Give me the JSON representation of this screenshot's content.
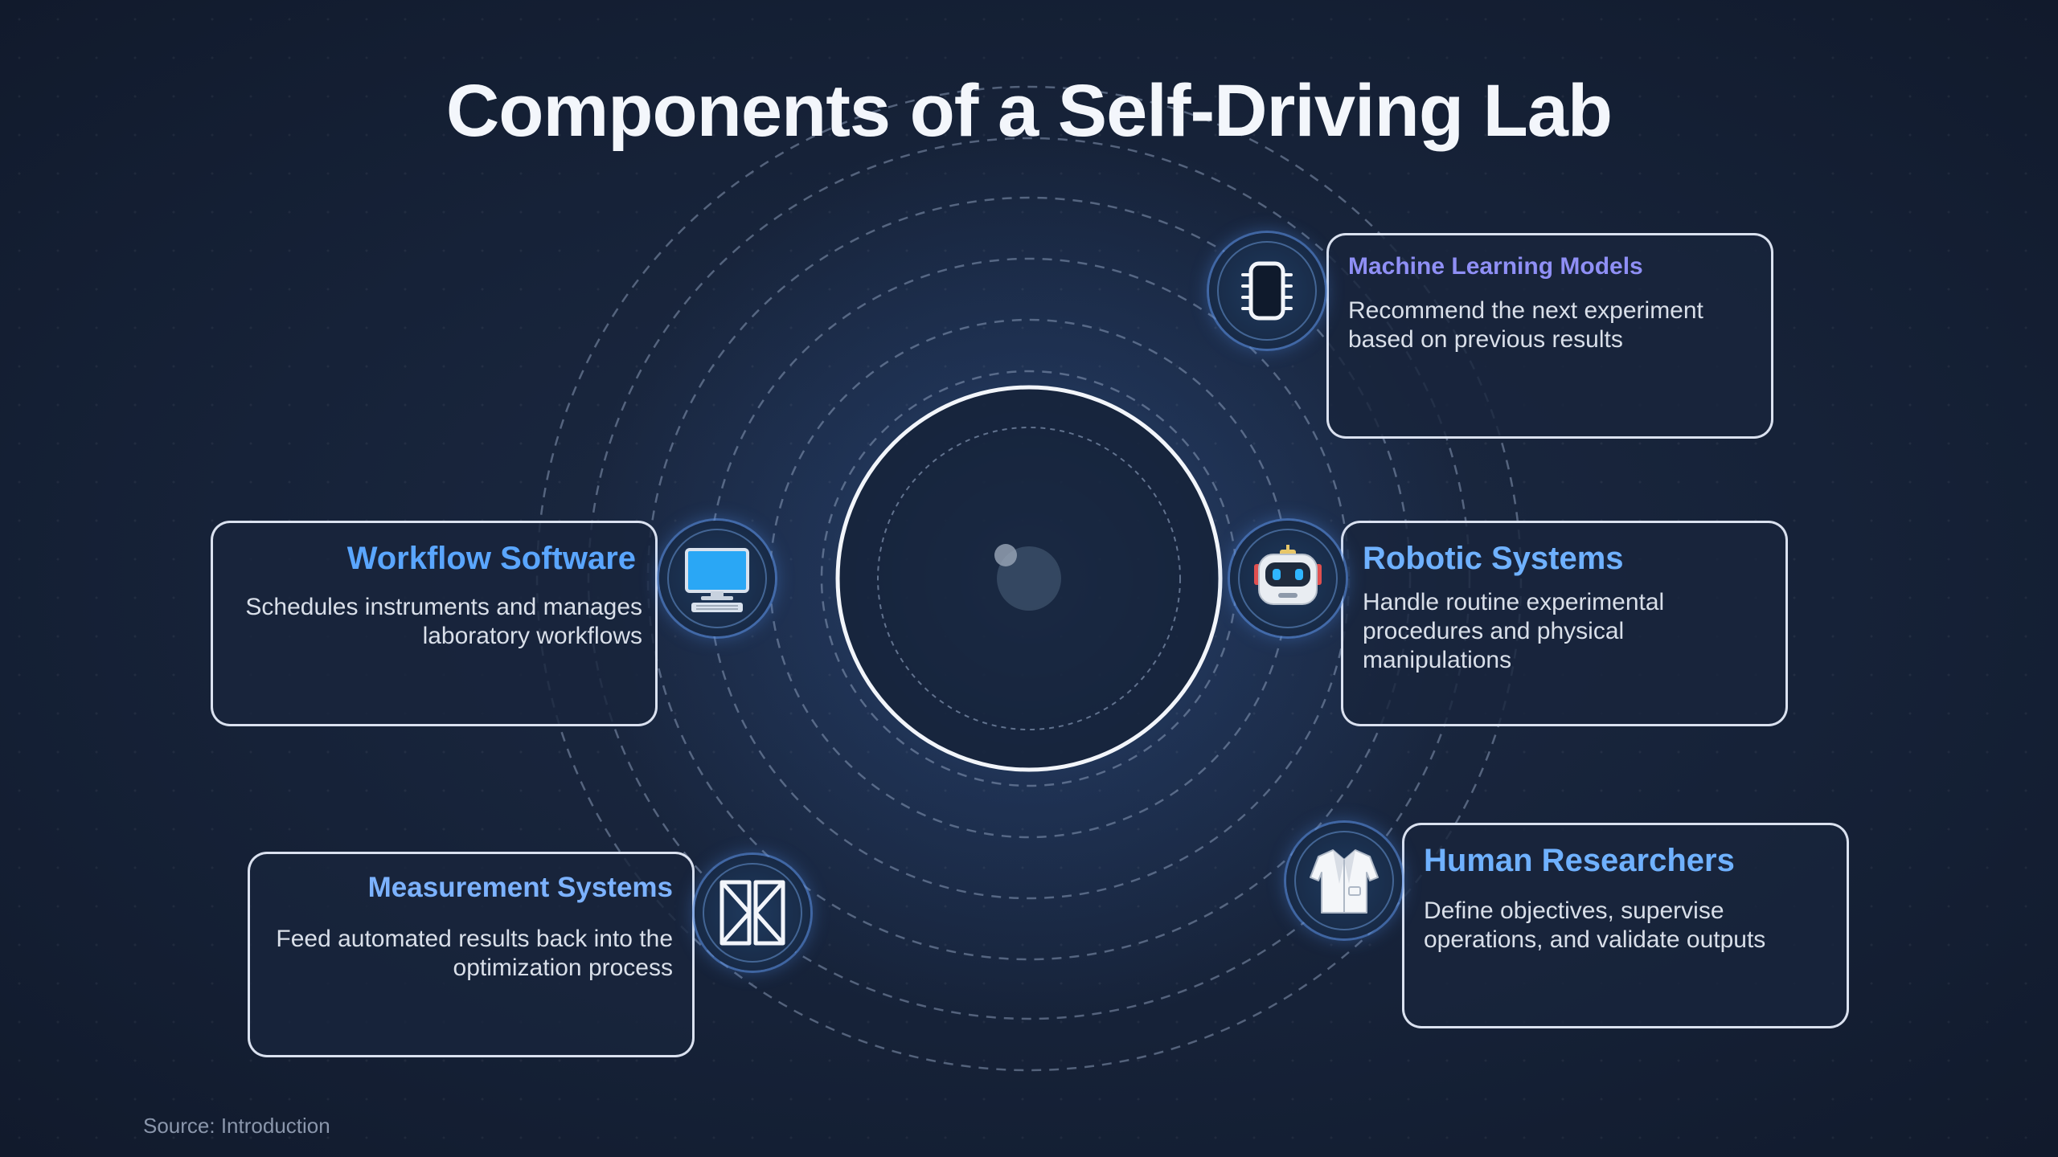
{
  "title": "Components of a Self-Driving Lab",
  "source": "Source: Introduction",
  "components": {
    "ml": {
      "title": "Machine Learning Models",
      "description": "Recommend the next experiment based on previous results",
      "icon": "chip-icon",
      "color": "#8f8ff5"
    },
    "workflow": {
      "title": "Workflow Software",
      "description": "Schedules instruments and manages laboratory workflows",
      "icon": "computer-icon",
      "color": "#5aa6ff"
    },
    "robotic": {
      "title": "Robotic Systems",
      "description": "Handle routine experimental procedures and physical manipulations",
      "icon": "robot-icon",
      "color": "#6fb1ff"
    },
    "measurement": {
      "title": "Measurement Systems",
      "description": "Feed automated results back into the optimization process",
      "icon": "measurement-icon",
      "color": "#7cb2ff"
    },
    "human": {
      "title": "Human Researchers",
      "description": "Define objectives, supervise operations, and validate outputs",
      "icon": "lab-coat-icon",
      "color": "#6fb1ff"
    }
  },
  "colors": {
    "background": "#141e32",
    "ring": "#9fb2cf",
    "card_border": "#ebf2ff",
    "text": "#e6ebf3"
  }
}
